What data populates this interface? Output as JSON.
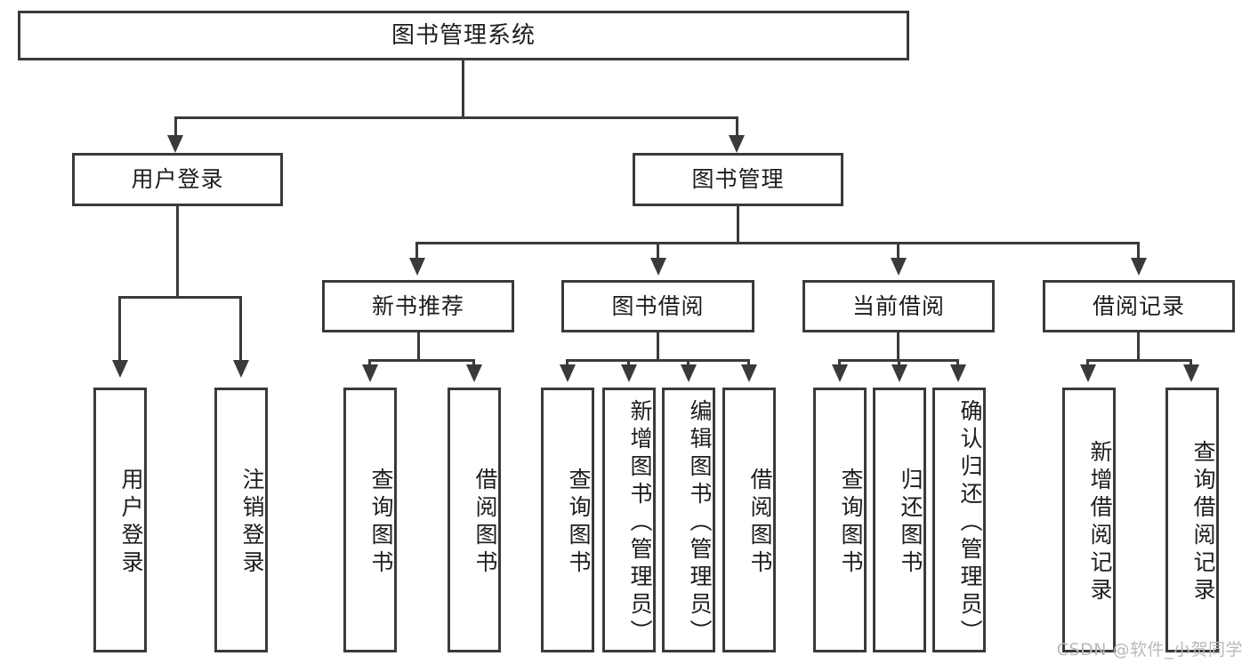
{
  "diagram": {
    "title": "图书管理系统",
    "watermark": "CSDN @软件_小贺同学",
    "type": "tree-functional-structure-diagram",
    "root": {
      "label": "图书管理系统"
    },
    "level1": [
      {
        "label": "用户登录"
      },
      {
        "label": "图书管理"
      }
    ],
    "level2": [
      {
        "label": "新书推荐"
      },
      {
        "label": "图书借阅"
      },
      {
        "label": "当前借阅"
      },
      {
        "label": "借阅记录"
      }
    ],
    "leaves": {
      "user_login": [
        {
          "label": "用户登录"
        },
        {
          "label": "注销登录"
        }
      ],
      "new_book_recommend": [
        {
          "label": "查询图书"
        },
        {
          "label": "借阅图书"
        }
      ],
      "book_borrow": [
        {
          "label": "查询图书"
        },
        {
          "label": "新增图书（管理员）"
        },
        {
          "label": "编辑图书（管理员）"
        },
        {
          "label": "借阅图书"
        }
      ],
      "current_borrow": [
        {
          "label": "查询图书"
        },
        {
          "label": "归还图书"
        },
        {
          "label": "确认归还（管理员）"
        }
      ],
      "borrow_record": [
        {
          "label": "新增借阅记录"
        },
        {
          "label": "查询借阅记录"
        }
      ]
    },
    "colors": {
      "stroke": "#3a3a3a",
      "fill": "#ffffff",
      "text": "#1d1d1d",
      "watermark": "#b9b9b9"
    }
  }
}
